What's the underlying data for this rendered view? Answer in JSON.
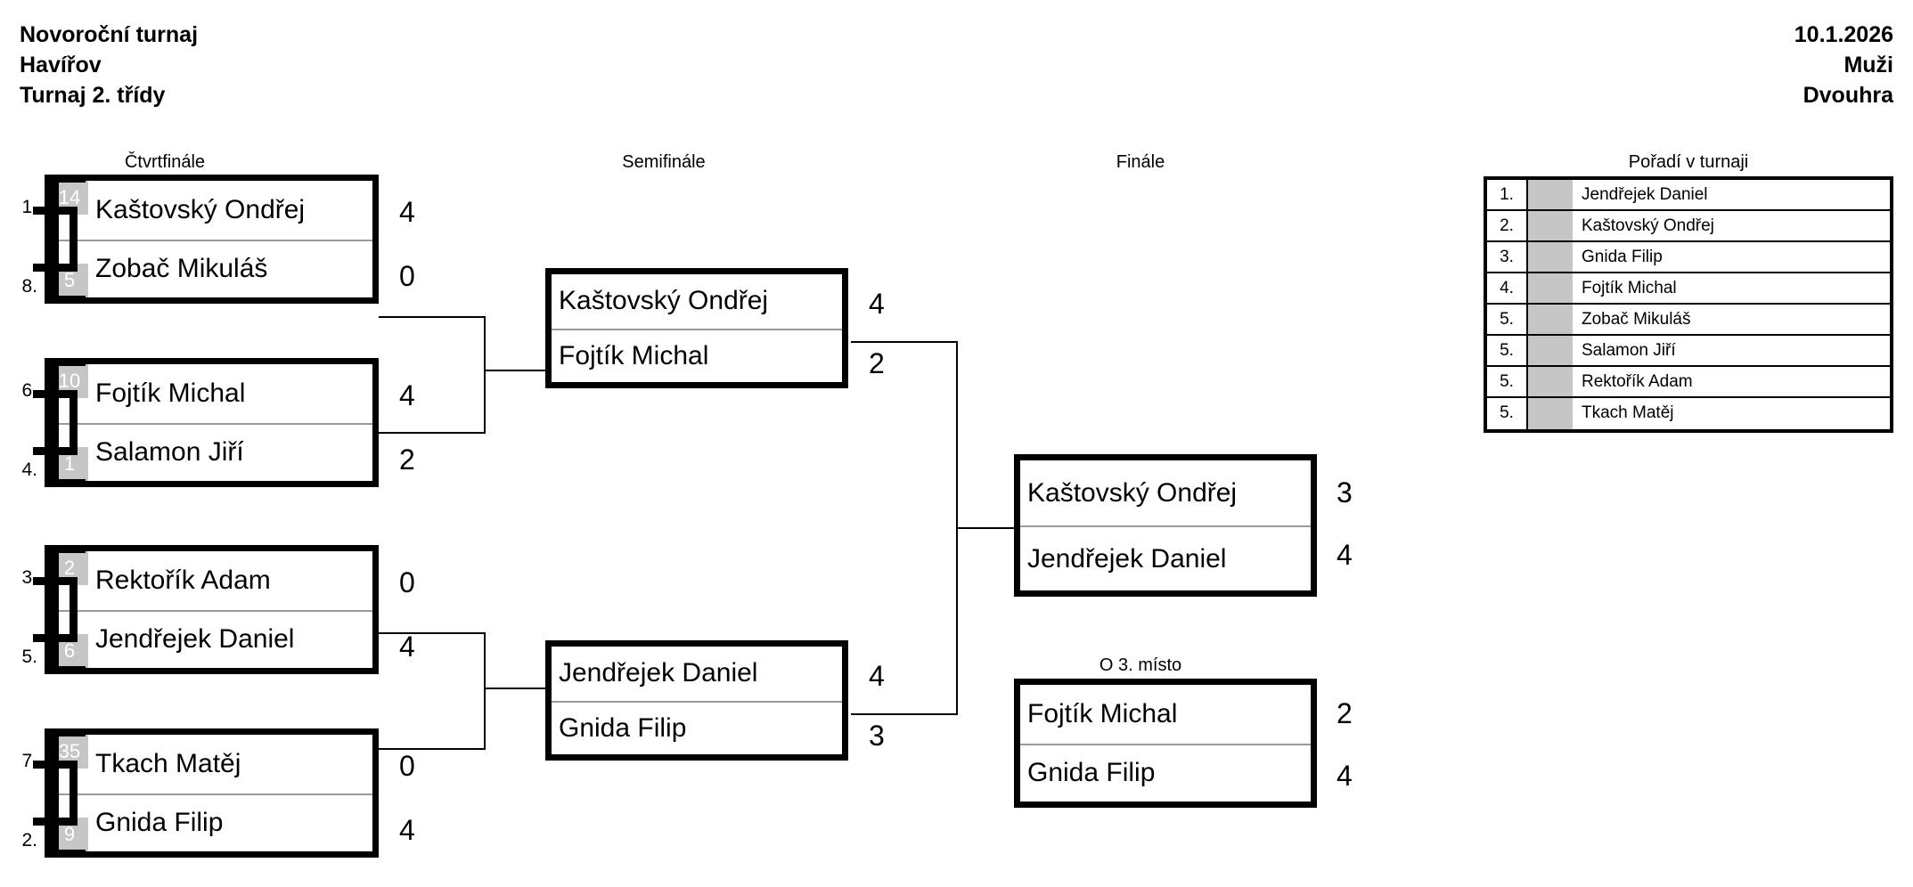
{
  "header": {
    "tournament_name": "Novoroční turnaj",
    "city": "Havířov",
    "class": "Turnaj 2. třídy",
    "date": "10.1.2026",
    "category": "Muži",
    "event": "Dvouhra"
  },
  "rounds": {
    "quarterfinal_label": "Čtvrtfinále",
    "semifinal_label": "Semifinále",
    "final_label": "Finále",
    "third_place_label": "O 3. místo",
    "ranking_label": "Pořadí v turnaji"
  },
  "quarterfinals": [
    {
      "top": {
        "draw": "1.",
        "seed": "14",
        "name": "Kaštovský Ondřej",
        "score": "4"
      },
      "bottom": {
        "draw": "8.",
        "seed": "5",
        "name": "Zobač Mikuláš",
        "score": "0"
      }
    },
    {
      "top": {
        "draw": "6.",
        "seed": "10",
        "name": "Fojtík Michal",
        "score": "4"
      },
      "bottom": {
        "draw": "4.",
        "seed": "1",
        "name": "Salamon Jiří",
        "score": "2"
      }
    },
    {
      "top": {
        "draw": "3.",
        "seed": "2",
        "name": "Rektořík Adam",
        "score": "0"
      },
      "bottom": {
        "draw": "5.",
        "seed": "6",
        "name": "Jendřejek Daniel",
        "score": "4"
      }
    },
    {
      "top": {
        "draw": "7.",
        "seed": "35",
        "name": "Tkach Matěj",
        "score": "0"
      },
      "bottom": {
        "draw": "2.",
        "seed": "9",
        "name": "Gnida Filip",
        "score": "4"
      }
    }
  ],
  "semifinals": [
    {
      "top": {
        "name": "Kaštovský Ondřej",
        "score": "4"
      },
      "bottom": {
        "name": "Fojtík Michal",
        "score": "2"
      }
    },
    {
      "top": {
        "name": "Jendřejek Daniel",
        "score": "4"
      },
      "bottom": {
        "name": "Gnida Filip",
        "score": "3"
      }
    }
  ],
  "final": {
    "top": {
      "name": "Kaštovský Ondřej",
      "score": "3"
    },
    "bottom": {
      "name": "Jendřejek Daniel",
      "score": "4"
    }
  },
  "third_place": {
    "top": {
      "name": "Fojtík Michal",
      "score": "2"
    },
    "bottom": {
      "name": "Gnida Filip",
      "score": "4"
    }
  },
  "ranking": [
    {
      "position": "1.",
      "name": "Jendřejek Daniel"
    },
    {
      "position": "2.",
      "name": "Kaštovský Ondřej"
    },
    {
      "position": "3.",
      "name": "Gnida Filip"
    },
    {
      "position": "4.",
      "name": "Fojtík Michal"
    },
    {
      "position": "5.",
      "name": "Zobač Mikuláš"
    },
    {
      "position": "5.",
      "name": "Salamon Jiří"
    },
    {
      "position": "5.",
      "name": "Rektořík Adam"
    },
    {
      "position": "5.",
      "name": "Tkach Matěj"
    }
  ],
  "colors": {
    "ink": "#000000",
    "badge_grey": "#c6c6c6",
    "divider_grey": "#9a9a9a",
    "page": "#ffffff"
  }
}
